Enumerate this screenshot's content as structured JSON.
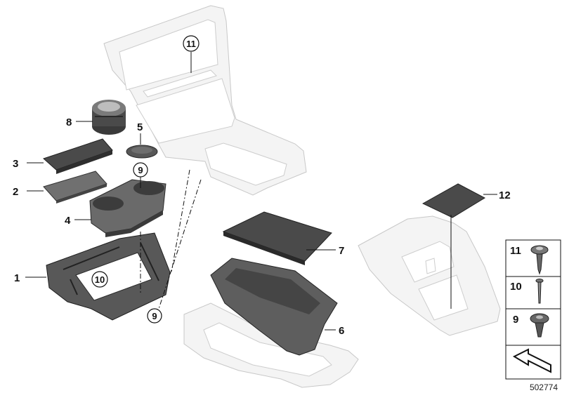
{
  "diagram": {
    "callouts": {
      "p1": "1",
      "p2": "2",
      "p3": "3",
      "p4": "4",
      "p5": "5",
      "p6": "6",
      "p7": "7",
      "p8": "8",
      "p9a": "9",
      "p9b": "9",
      "p10": "10",
      "p11": "11",
      "p12": "12"
    },
    "legend": {
      "row1": "11",
      "row2": "10",
      "row3": "9"
    },
    "reference_number": "502774"
  }
}
